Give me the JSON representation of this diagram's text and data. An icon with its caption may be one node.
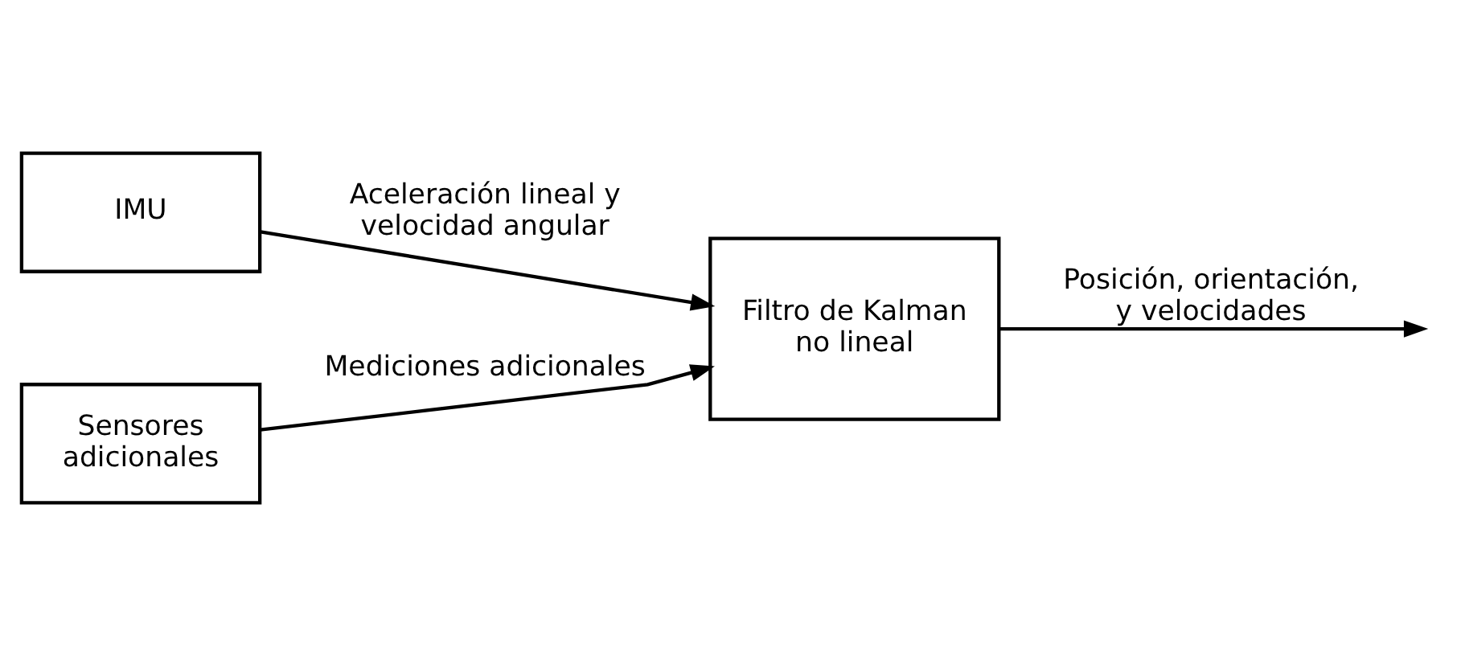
{
  "diagram": {
    "nodes": [
      {
        "text": [
          "IMU"
        ]
      },
      {
        "text": [
          "Sensores adicionales"
        ]
      },
      {
        "text": [
          "Filtro de Kalman no lineal"
        ]
      }
    ],
    "edges": [
      {
        "from": 0,
        "to": 2,
        "arrow": "to",
        "label": "Aceleración lineal y velocidad angular"
      },
      {
        "from": 1,
        "to": 2,
        "arrow": "to",
        "label": "Mediciones adicionales"
      },
      {
        "from": 2,
        "to": null,
        "arrow": "to",
        "label": "Posición, orientación, y velocidades"
      }
    ]
  }
}
